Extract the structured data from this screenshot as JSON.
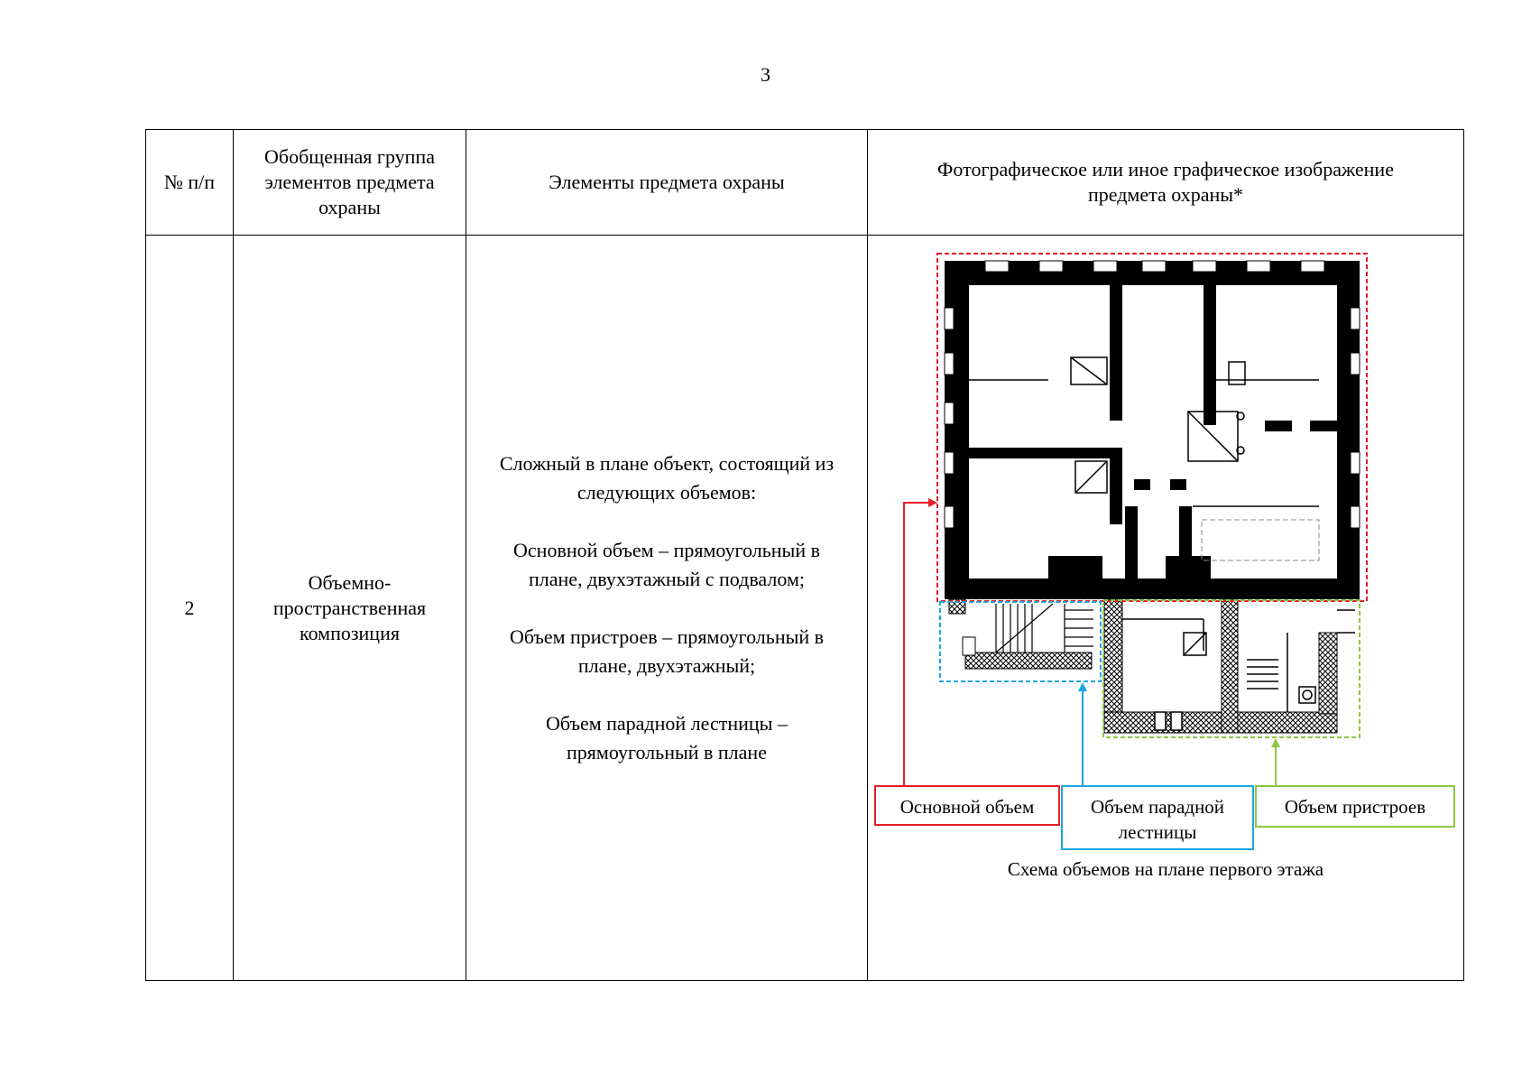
{
  "page": {
    "number": "3"
  },
  "table": {
    "headers": [
      "№ п/п",
      "Обобщенная группа элементов предмета охраны",
      "Элементы предмета охраны",
      "Фотографическое или иное графическое изображение предмета охраны*"
    ],
    "row": {
      "number": "2",
      "group": "Объемно-пространственная композиция",
      "elements": [
        "Сложный в плане объект, состоящий из следующих объемов:",
        "Основной объем – прямоугольный в плане, двухэтажный с подвалом;",
        "Объем пристроев – прямоугольный в плане, двухэтажный;",
        "Объем парадной лестницы – прямоугольный в плане"
      ]
    }
  },
  "figure": {
    "labels": {
      "main_volume": "Основной объем",
      "stair_volume_line1": "Объем парадной",
      "stair_volume_line2": "лестницы",
      "annex_volume": "Объем пристроев"
    },
    "caption": "Схема объемов на плане первого этажа",
    "colors": {
      "main_volume": "#e41e26",
      "stair_volume": "#1ca6e0",
      "annex_volume": "#8dc63f"
    }
  }
}
